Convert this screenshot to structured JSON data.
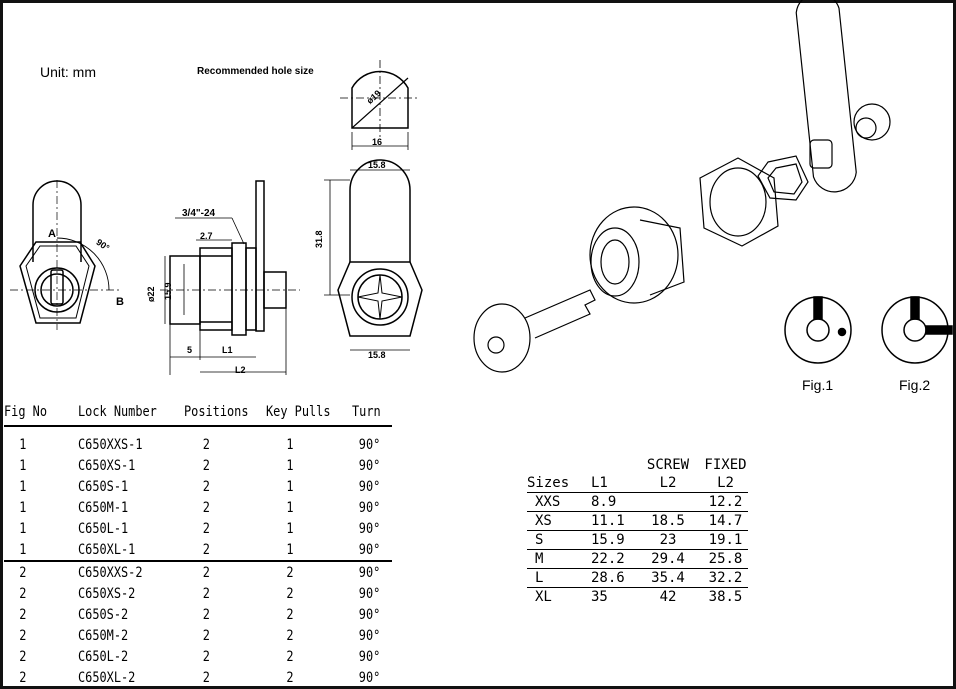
{
  "labels": {
    "unit": "Unit: mm",
    "hole": "Recommended hole size",
    "dia19": "ø19",
    "w16": "16",
    "thread": "3/4\"-24",
    "d27": "2.7",
    "d22": "ø22",
    "d159": "15.9",
    "d5": "5",
    "l1": "L1",
    "l2": "L2",
    "top158": "15.8",
    "bot158": "15.8",
    "h318": "31.8",
    "a": "A",
    "b": "B",
    "deg90": "90°",
    "fig1": "Fig.1",
    "fig2": "Fig.2"
  },
  "lock_table": {
    "headers": [
      "Fig No",
      "Lock Number",
      "Positions",
      "Key Pulls",
      "Turn"
    ],
    "rows": [
      [
        "1",
        "C650XXS-1",
        "2",
        "1",
        "90°"
      ],
      [
        "1",
        "C650XS-1",
        "2",
        "1",
        "90°"
      ],
      [
        "1",
        "C650S-1",
        "2",
        "1",
        "90°"
      ],
      [
        "1",
        "C650M-1",
        "2",
        "1",
        "90°"
      ],
      [
        "1",
        "C650L-1",
        "2",
        "1",
        "90°"
      ],
      [
        "1",
        "C650XL-1",
        "2",
        "1",
        "90°"
      ],
      [
        "2",
        "C650XXS-2",
        "2",
        "2",
        "90°"
      ],
      [
        "2",
        "C650XS-2",
        "2",
        "2",
        "90°"
      ],
      [
        "2",
        "C650S-2",
        "2",
        "2",
        "90°"
      ],
      [
        "2",
        "C650M-2",
        "2",
        "2",
        "90°"
      ],
      [
        "2",
        "C650L-2",
        "2",
        "2",
        "90°"
      ],
      [
        "2",
        "C650XL-2",
        "2",
        "2",
        "90°"
      ]
    ]
  },
  "size_table": {
    "group_headers": [
      "",
      "",
      "SCREW",
      "FIXED"
    ],
    "headers": [
      "Sizes",
      "L1",
      "L2",
      "L2"
    ],
    "rows": [
      [
        "XXS",
        "8.9",
        "",
        "12.2"
      ],
      [
        "XS",
        "11.1",
        "18.5",
        "14.7"
      ],
      [
        "S",
        "15.9",
        "23",
        "19.1"
      ],
      [
        "M",
        "22.2",
        "29.4",
        "25.8"
      ],
      [
        "L",
        "28.6",
        "35.4",
        "32.2"
      ],
      [
        "XL",
        "35",
        "42",
        "38.5"
      ]
    ]
  }
}
